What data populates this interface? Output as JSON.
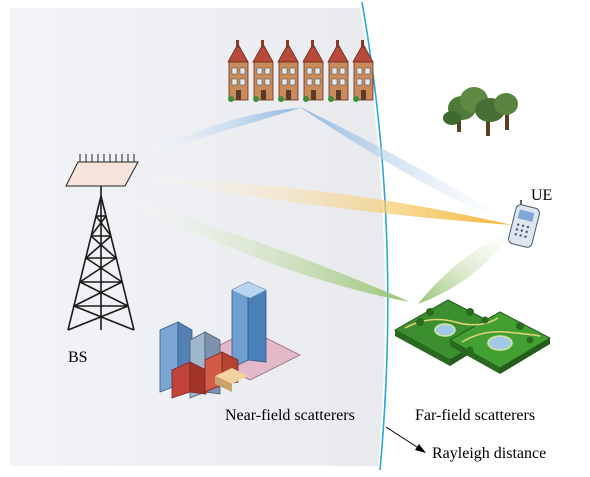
{
  "labels": {
    "bs": "BS",
    "ue": "UE",
    "near_field": "Near-field scatterers",
    "far_field": "Far-field scatterers",
    "rayleigh": "Rayleigh distance"
  },
  "colors": {
    "near_region_fill": "#eef0f4",
    "boundary_line": "#2aa9d8",
    "beam_blue": "#9dc0e6",
    "beam_yellow": "#f2bb3c",
    "beam_green": "#a9cc86",
    "tower": "#1a1a1a",
    "house_roof": "#b84a3a",
    "house_wall": "#c98b5a",
    "tree": "#4f7a3a",
    "park_grass": "#3b8f2e",
    "city_blue": "#6f9fd0",
    "city_red": "#c0443a"
  },
  "icons": [
    "antenna-array-icon",
    "cell-tower-icon",
    "houses-icon",
    "trees-icon",
    "phone-icon",
    "park-icon",
    "city-buildings-icon"
  ]
}
